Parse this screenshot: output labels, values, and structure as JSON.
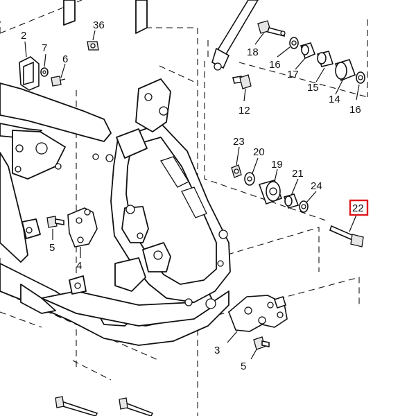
{
  "diagram": {
    "callouts": {
      "c36": "36",
      "c2": "2",
      "c7": "7",
      "c6": "6",
      "c18": "18",
      "c16a": "16",
      "c17": "17",
      "c15": "15",
      "c14": "14",
      "c16b": "16",
      "c12": "12",
      "c23": "23",
      "c20": "20",
      "c19": "19",
      "c21": "21",
      "c24": "24",
      "c22": "22",
      "c5a": "5",
      "c4": "4",
      "c3": "3",
      "c5b": "5"
    },
    "highlighted_callout": "22",
    "colors": {
      "ink": "#111111",
      "highlight": "#e0161b",
      "background": "#ffffff"
    }
  }
}
